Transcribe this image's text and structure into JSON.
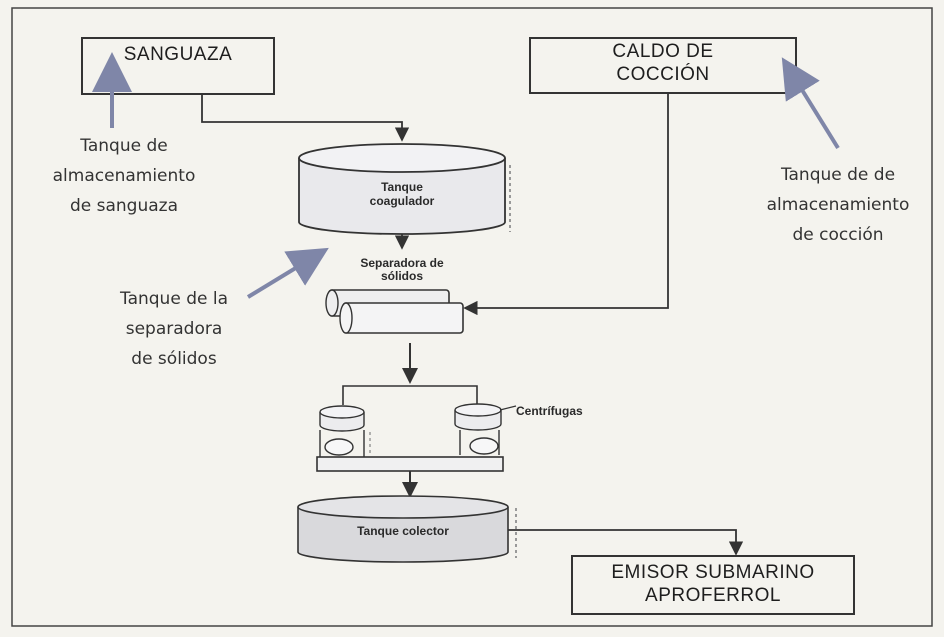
{
  "boxes": {
    "sanguaza": "SANGUAZA",
    "caldo_line1": "CALDO DE",
    "caldo_line2": "COCCIÓN",
    "emisor_line1": "EMISOR SUBMARINO",
    "emisor_line2": "APROFERROL"
  },
  "equipment": {
    "coagulador_line1": "Tanque",
    "coagulador_line2": "coagulador",
    "separadora_line1": "Separadora de",
    "separadora_line2": "sólidos",
    "centrifugas": "Centrífugas",
    "colector": "Tanque colector"
  },
  "annotations": {
    "sanguaza_storage": [
      "Tanque de",
      "almacenamiento",
      "de sanguaza"
    ],
    "coccion_storage": [
      "Tanque de  de",
      "almacenamiento",
      "de cocción"
    ],
    "separadora_tank": [
      "Tanque de la",
      "separadora",
      "de sólidos"
    ]
  },
  "colors": {
    "line": "#333333",
    "annotation_arrow": "#7f86a8",
    "tank_fill": "#d9d9dc",
    "background": "#f4f3ee"
  }
}
